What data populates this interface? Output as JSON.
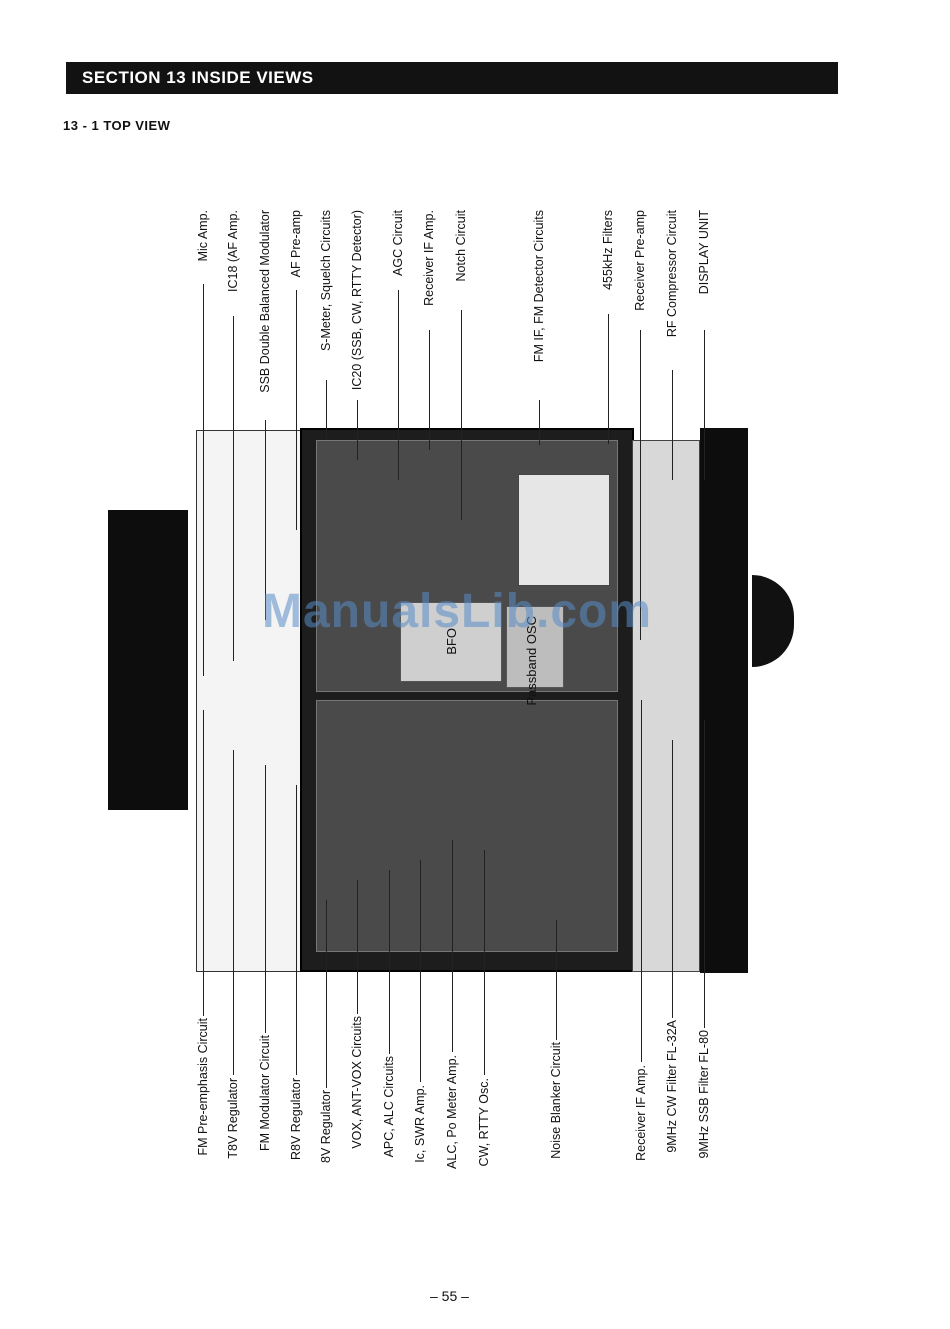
{
  "header": {
    "section": "SECTION  13  INSIDE VIEWS",
    "subsection": "13 - 1  TOP VIEW"
  },
  "labels_top": [
    "Mic Amp.",
    "IC18 (AF Amp.",
    "SSB Double Balanced Modulator",
    "AF Pre-amp",
    "S-Meter, Squelch Circuits",
    "IC20 (SSB, CW, RTTY Detector)",
    "AGC Circuit",
    "Receiver IF Amp.",
    "Notch Circuit",
    "FM IF, FM Detector Circuits",
    "455kHz Filters",
    "Receiver Pre-amp",
    "RF Compressor Circuit",
    "DISPLAY  UNIT"
  ],
  "labels_bottom": [
    "FM Pre-emphasis Circuit",
    "T8V Regulator",
    "FM Modulator Circuit",
    "R8V Regulator",
    "8V Regulator",
    "VOX, ANT-VOX Circuits",
    "APC, ALC Circuits",
    "Ic, SWR Amp.",
    "ALC, Po Meter Amp.",
    "CW, RTTY Osc.",
    "Noise Blanker Circuit",
    "Receiver IF Amp.",
    "9MHz CW Filter FL-32A",
    "9MHz SSB Filter FL-80"
  ],
  "photo_labels": {
    "bfo": "BFO",
    "passband": "Passband OSC"
  },
  "watermark": "ManualsLib.com",
  "page_number": "– 55 –"
}
